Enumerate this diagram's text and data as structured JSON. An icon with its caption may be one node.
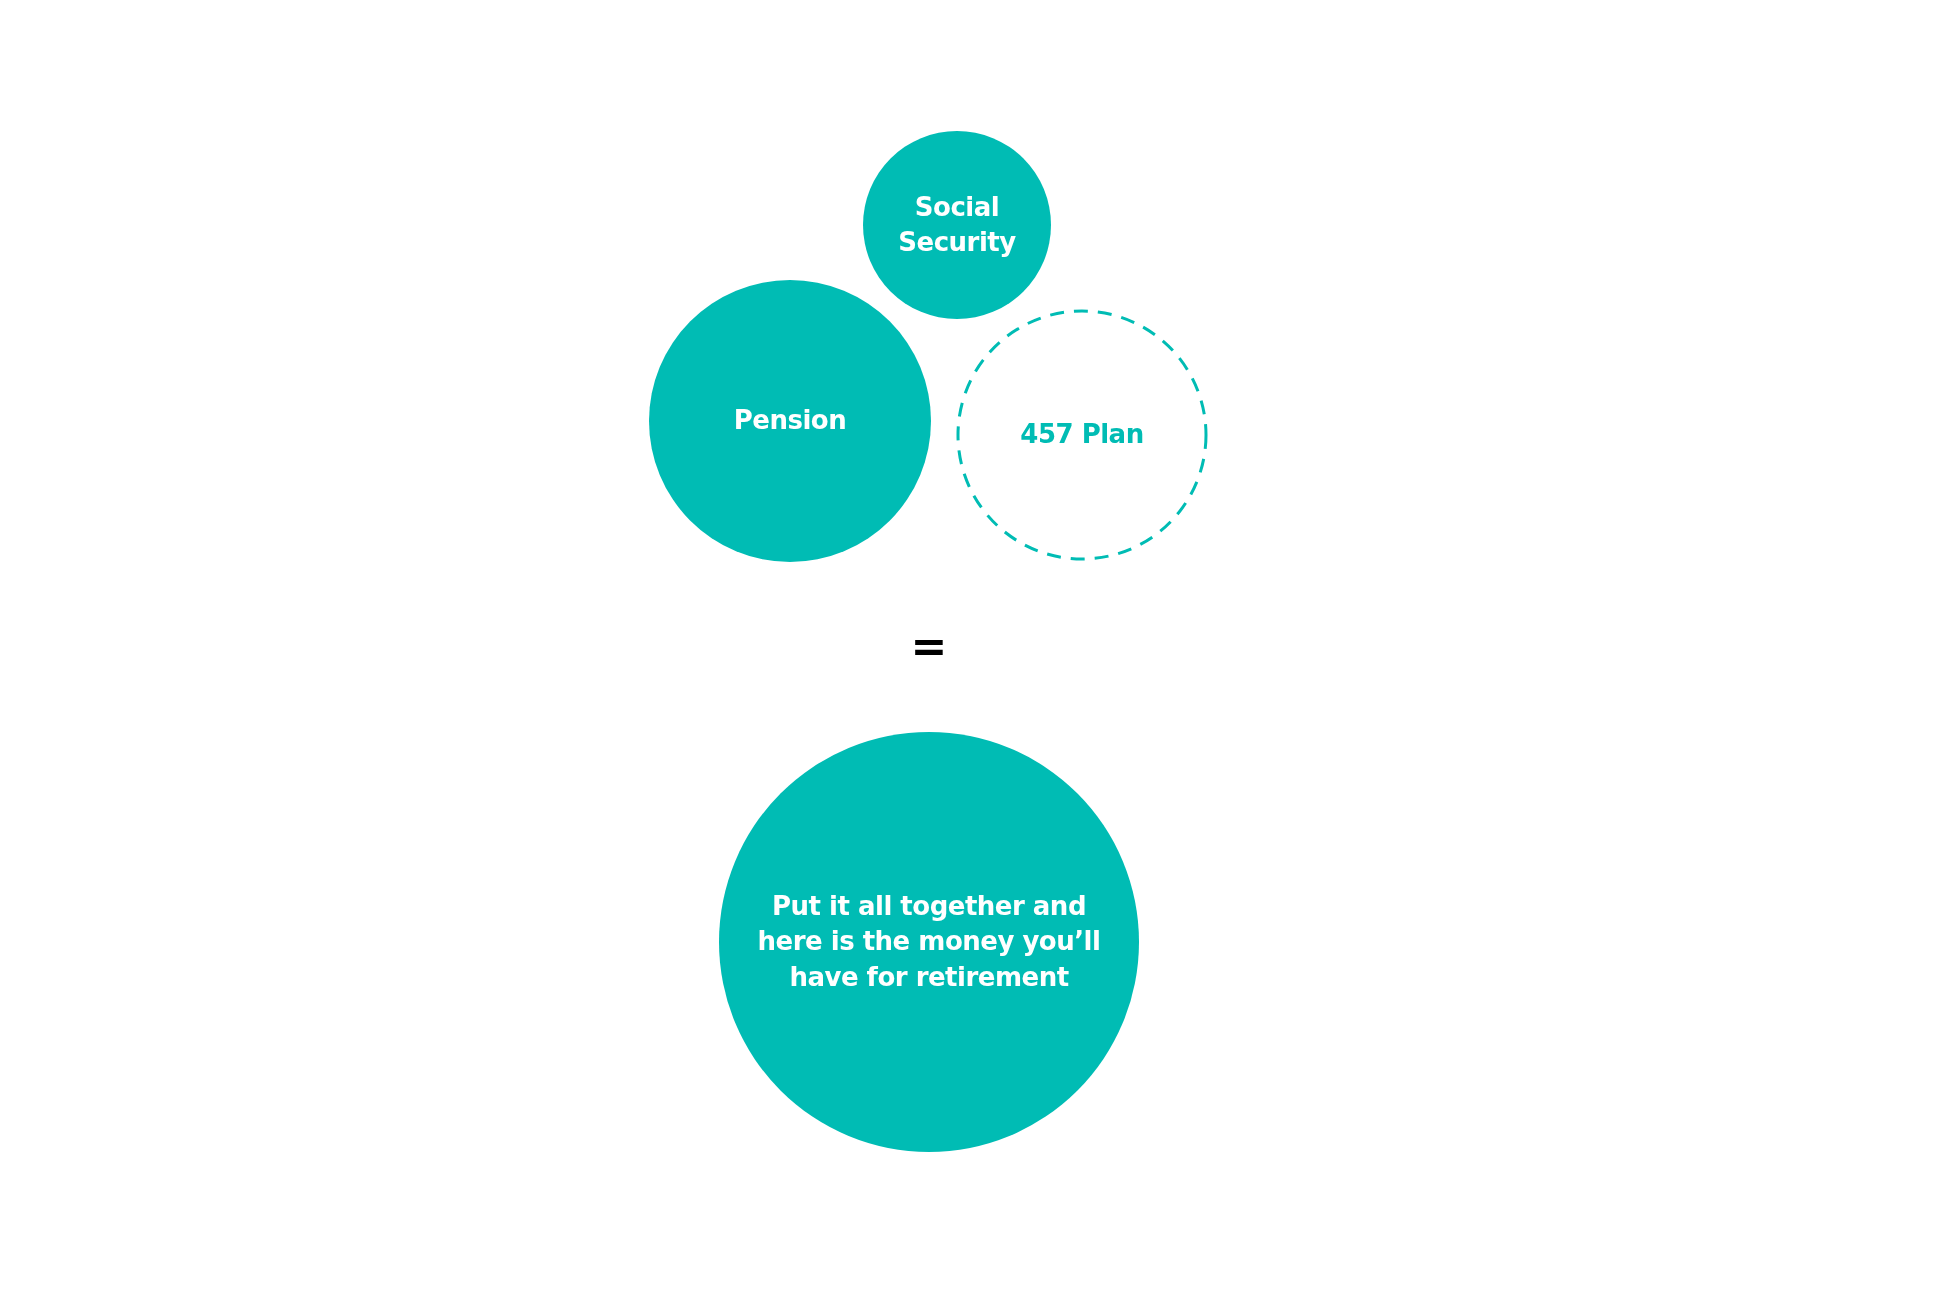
{
  "diagram": {
    "nodes": [
      {
        "text": [
          "Social Security"
        ]
      },
      {
        "text": [
          "Pension"
        ]
      },
      {
        "text": [
          "457 Plan"
        ]
      },
      {
        "text": [
          "Put it all together and here is the money you’ll have for retirement"
        ]
      }
    ],
    "labels": [
      "="
    ]
  }
}
